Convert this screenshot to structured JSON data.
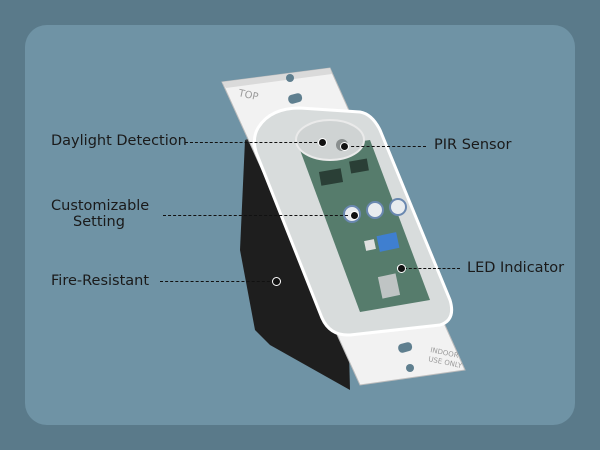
{
  "product": {
    "plate_marks": {
      "top": "TOP",
      "indoor": "INDOOR",
      "use_only": "USE ONLY"
    },
    "callouts": {
      "daylight_detection": "Daylight Detection",
      "customizable_line1": "Customizable",
      "customizable_line2": "Setting",
      "fire_resistant": "Fire-Resistant",
      "pir_sensor": "PIR Sensor",
      "led_indicator": "LED Indicator"
    }
  },
  "colors": {
    "background": "#5a7a8a",
    "panel": "#6f93a5",
    "plate": "#f2f2f2",
    "housing": "#1e1e1e",
    "cover": "#d8dcdc",
    "pcb": "#3f6b58"
  }
}
